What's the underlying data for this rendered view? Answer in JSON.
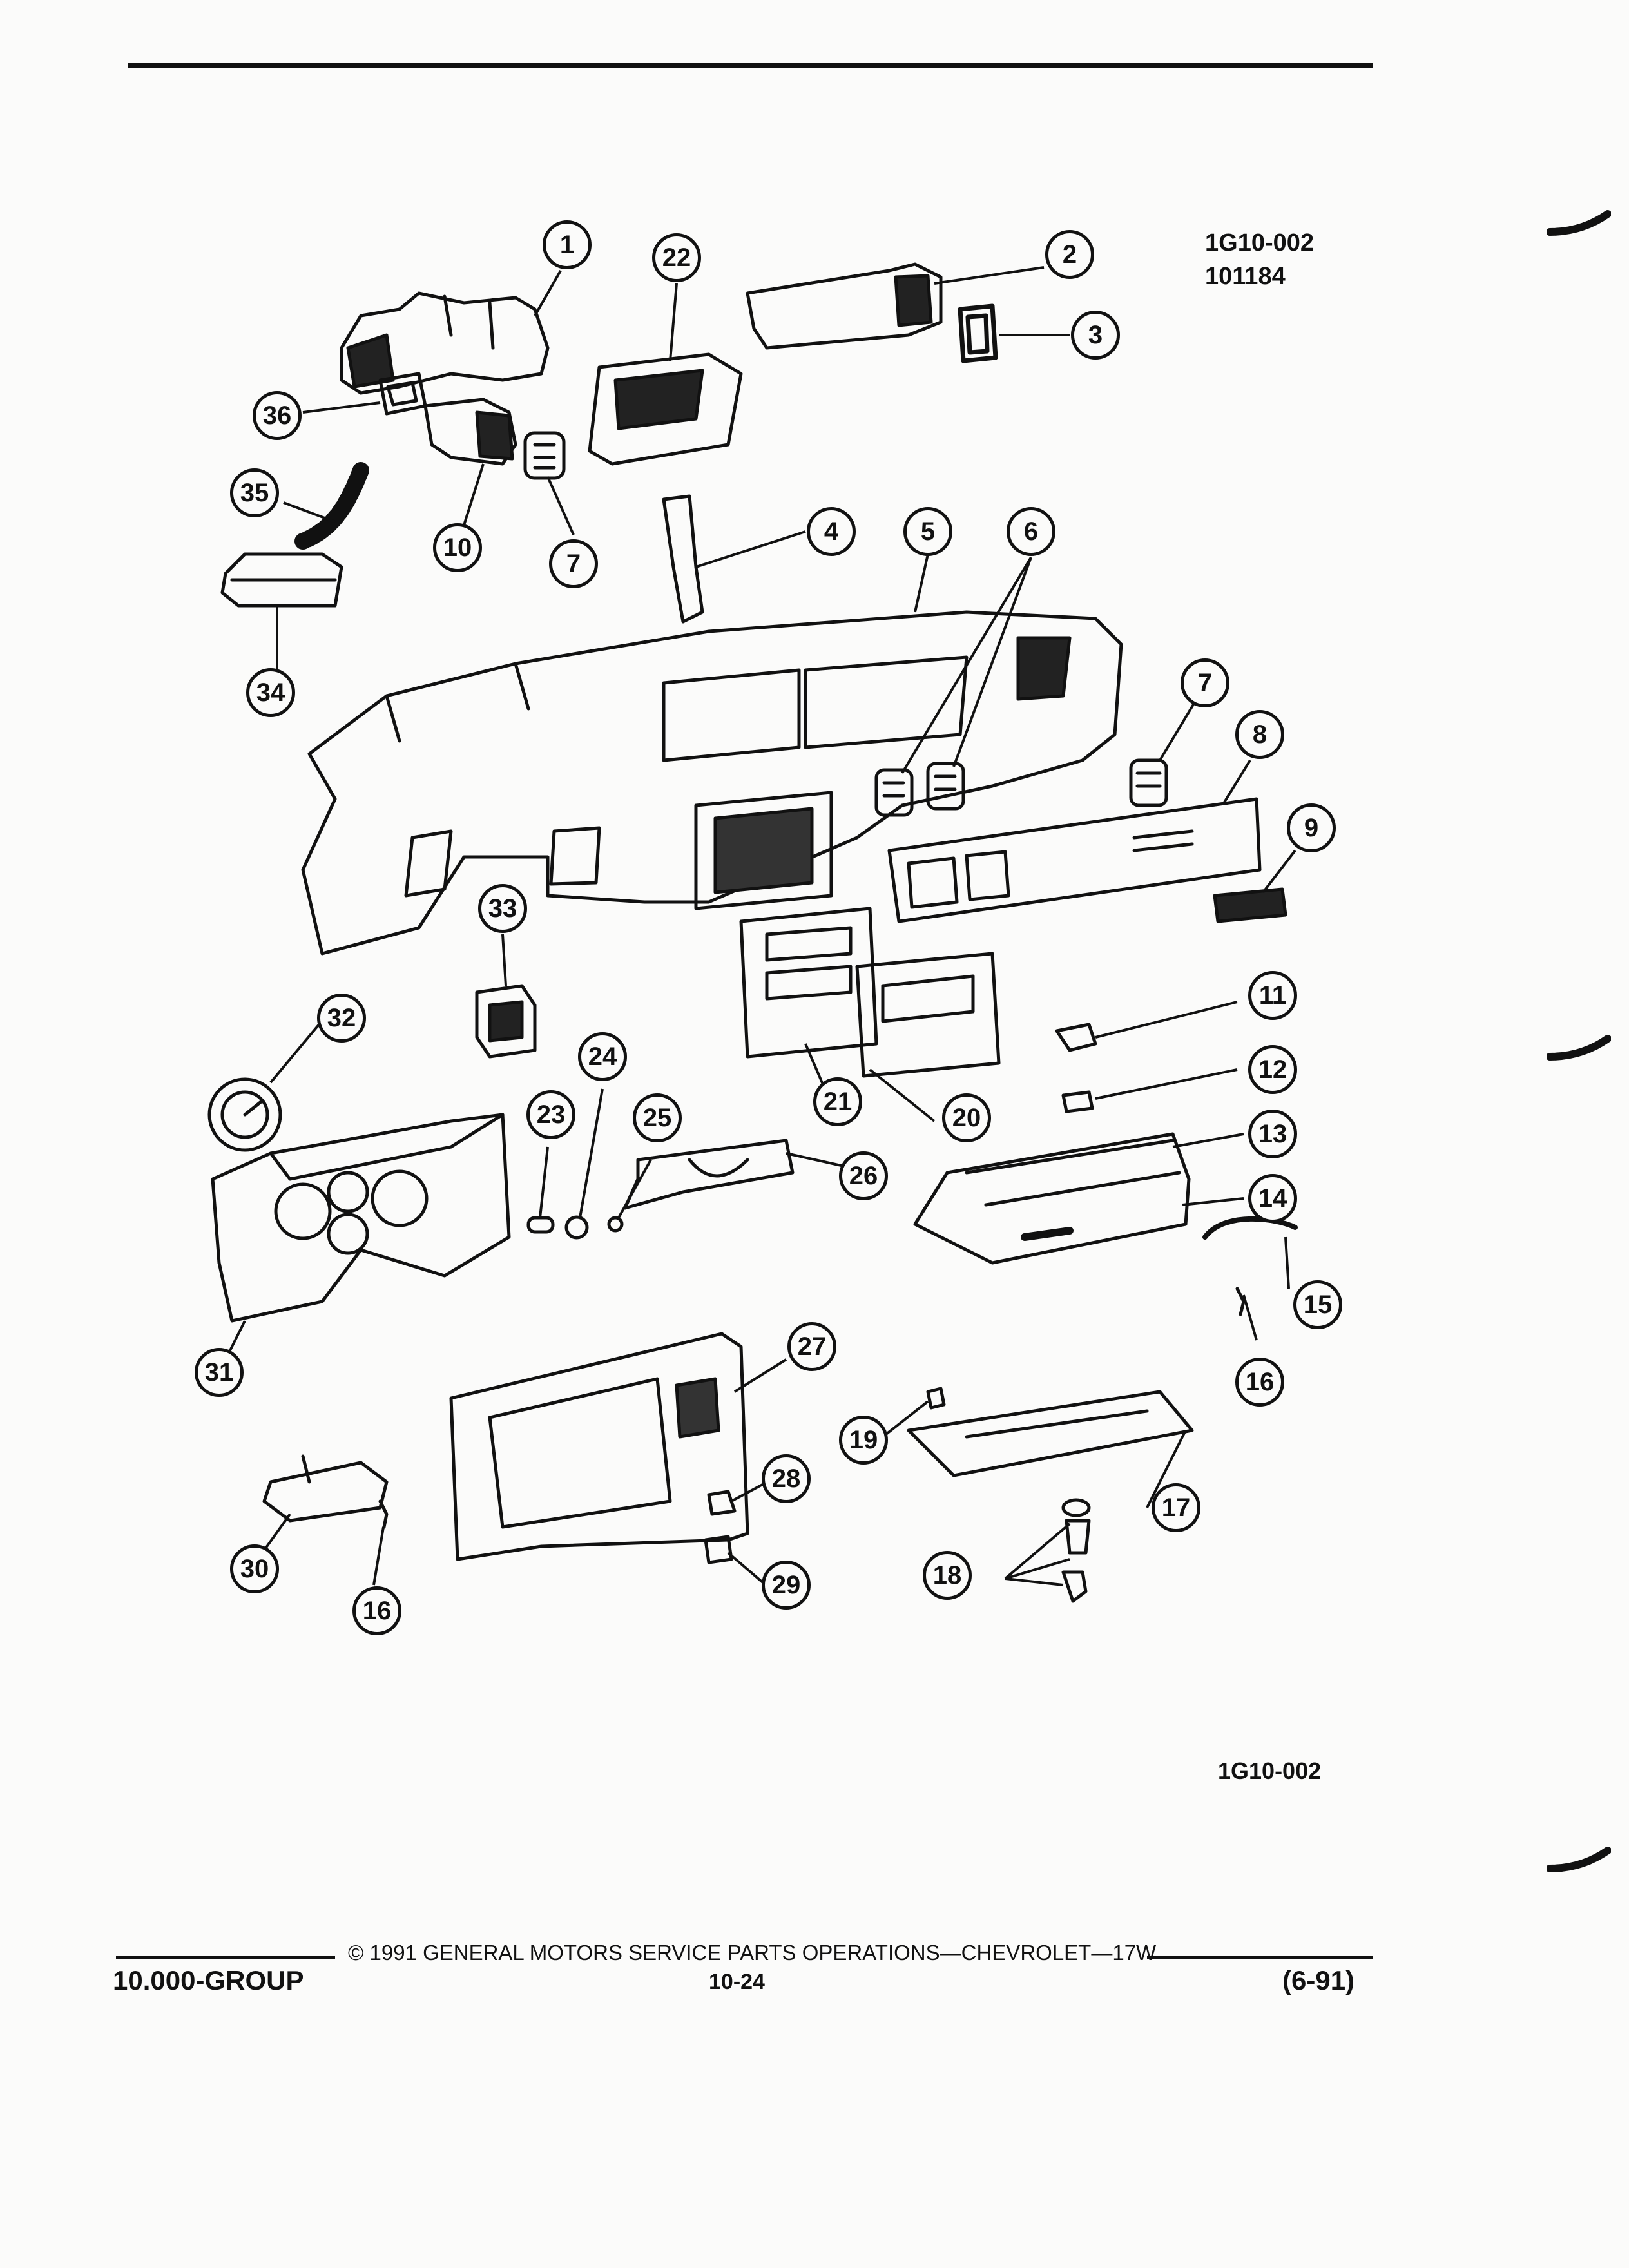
{
  "figure_code_top": "1G10-002",
  "figure_date": "101184",
  "figure_code_bottom": "1G10-002",
  "footer": {
    "copyright": "© 1991 GENERAL MOTORS SERVICE PARTS OPERATIONS—CHEVROLET—17W",
    "group": "10.000-GROUP",
    "page_number": "10-24",
    "revision": "(6-91)"
  },
  "callouts": {
    "c1": "1",
    "c2": "2",
    "c3": "3",
    "c4": "4",
    "c5": "5",
    "c6": "6",
    "c7a": "7",
    "c7b": "7",
    "c8": "8",
    "c9": "9",
    "c10": "10",
    "c11": "11",
    "c12": "12",
    "c13": "13",
    "c14": "14",
    "c15": "15",
    "c16a": "16",
    "c16b": "16",
    "c17": "17",
    "c18": "18",
    "c19": "19",
    "c20": "20",
    "c21": "21",
    "c22": "22",
    "c23": "23",
    "c24": "24",
    "c25": "25",
    "c26": "26",
    "c27": "27",
    "c28": "28",
    "c29": "29",
    "c30": "30",
    "c31": "31",
    "c32": "32",
    "c33": "33",
    "c34": "34",
    "c35": "35",
    "c36": "36"
  }
}
